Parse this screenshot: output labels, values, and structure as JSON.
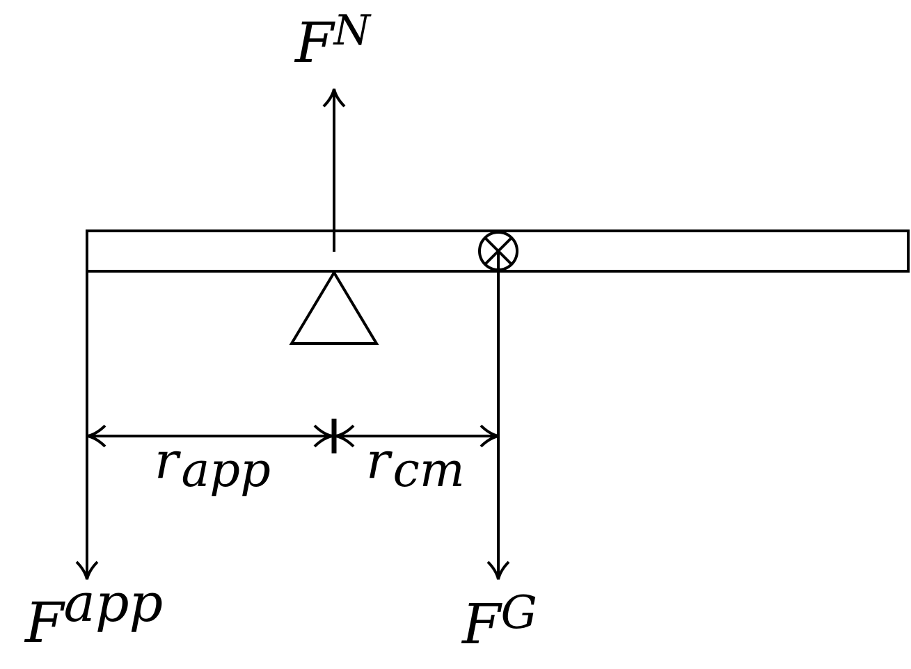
{
  "diagram": {
    "kind": "free-body-diagram-lever",
    "background_color": "#ffffff",
    "stroke_color": "#000000"
  },
  "labels": {
    "normal_force": {
      "base": "F",
      "sup": "N"
    },
    "applied_force": {
      "base": "F",
      "sup": "app"
    },
    "gravitational_force": {
      "base": "F",
      "sup": "G"
    },
    "lever_arm_applied": {
      "base": "r",
      "sub": "app"
    },
    "lever_arm_cm": {
      "base": "r",
      "sub": "cm"
    }
  }
}
